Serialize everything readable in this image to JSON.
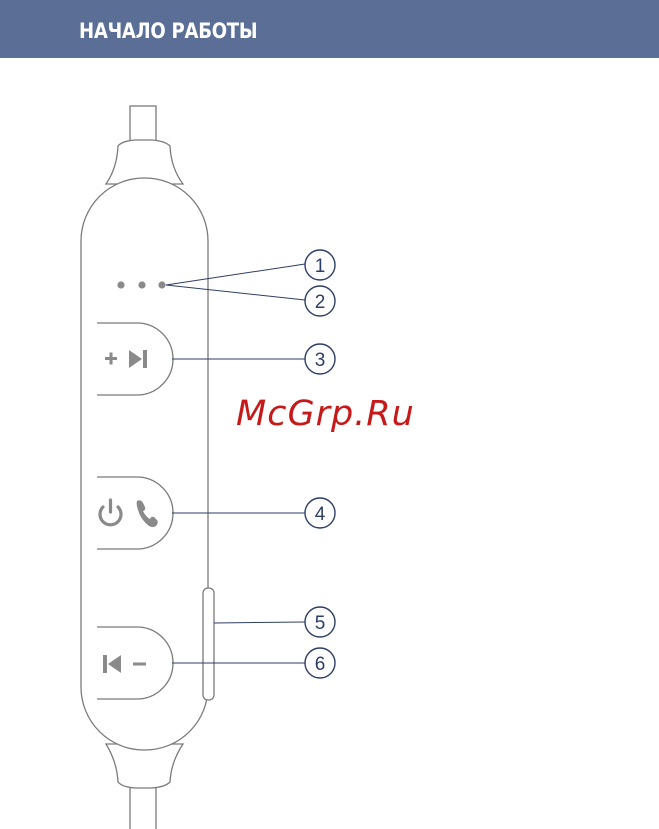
{
  "header": {
    "title": "НАЧАЛО РАБОТЫ",
    "bar_color": "#5a6e96"
  },
  "watermark": {
    "text": "McGrp.Ru",
    "color": "#c61a1a"
  },
  "remote": {
    "buttons": [
      {
        "id": "next",
        "icons": [
          "plus-icon",
          "next-track-icon"
        ]
      },
      {
        "id": "power-call",
        "icons": [
          "power-icon",
          "phone-icon"
        ]
      },
      {
        "id": "prev",
        "icons": [
          "previous-track-icon",
          "minus-icon"
        ]
      }
    ],
    "side_slider": "side-switch"
  },
  "callouts": [
    {
      "number": "1",
      "target": "indicator-led"
    },
    {
      "number": "2",
      "target": "indicator-led"
    },
    {
      "number": "3",
      "target": "next-button"
    },
    {
      "number": "4",
      "target": "power-call-button"
    },
    {
      "number": "5",
      "target": "side-switch"
    },
    {
      "number": "6",
      "target": "prev-button"
    }
  ],
  "colors": {
    "outline": "#7a7a7a",
    "icon": "#8a8a8a",
    "callout": "#2c3e66"
  }
}
